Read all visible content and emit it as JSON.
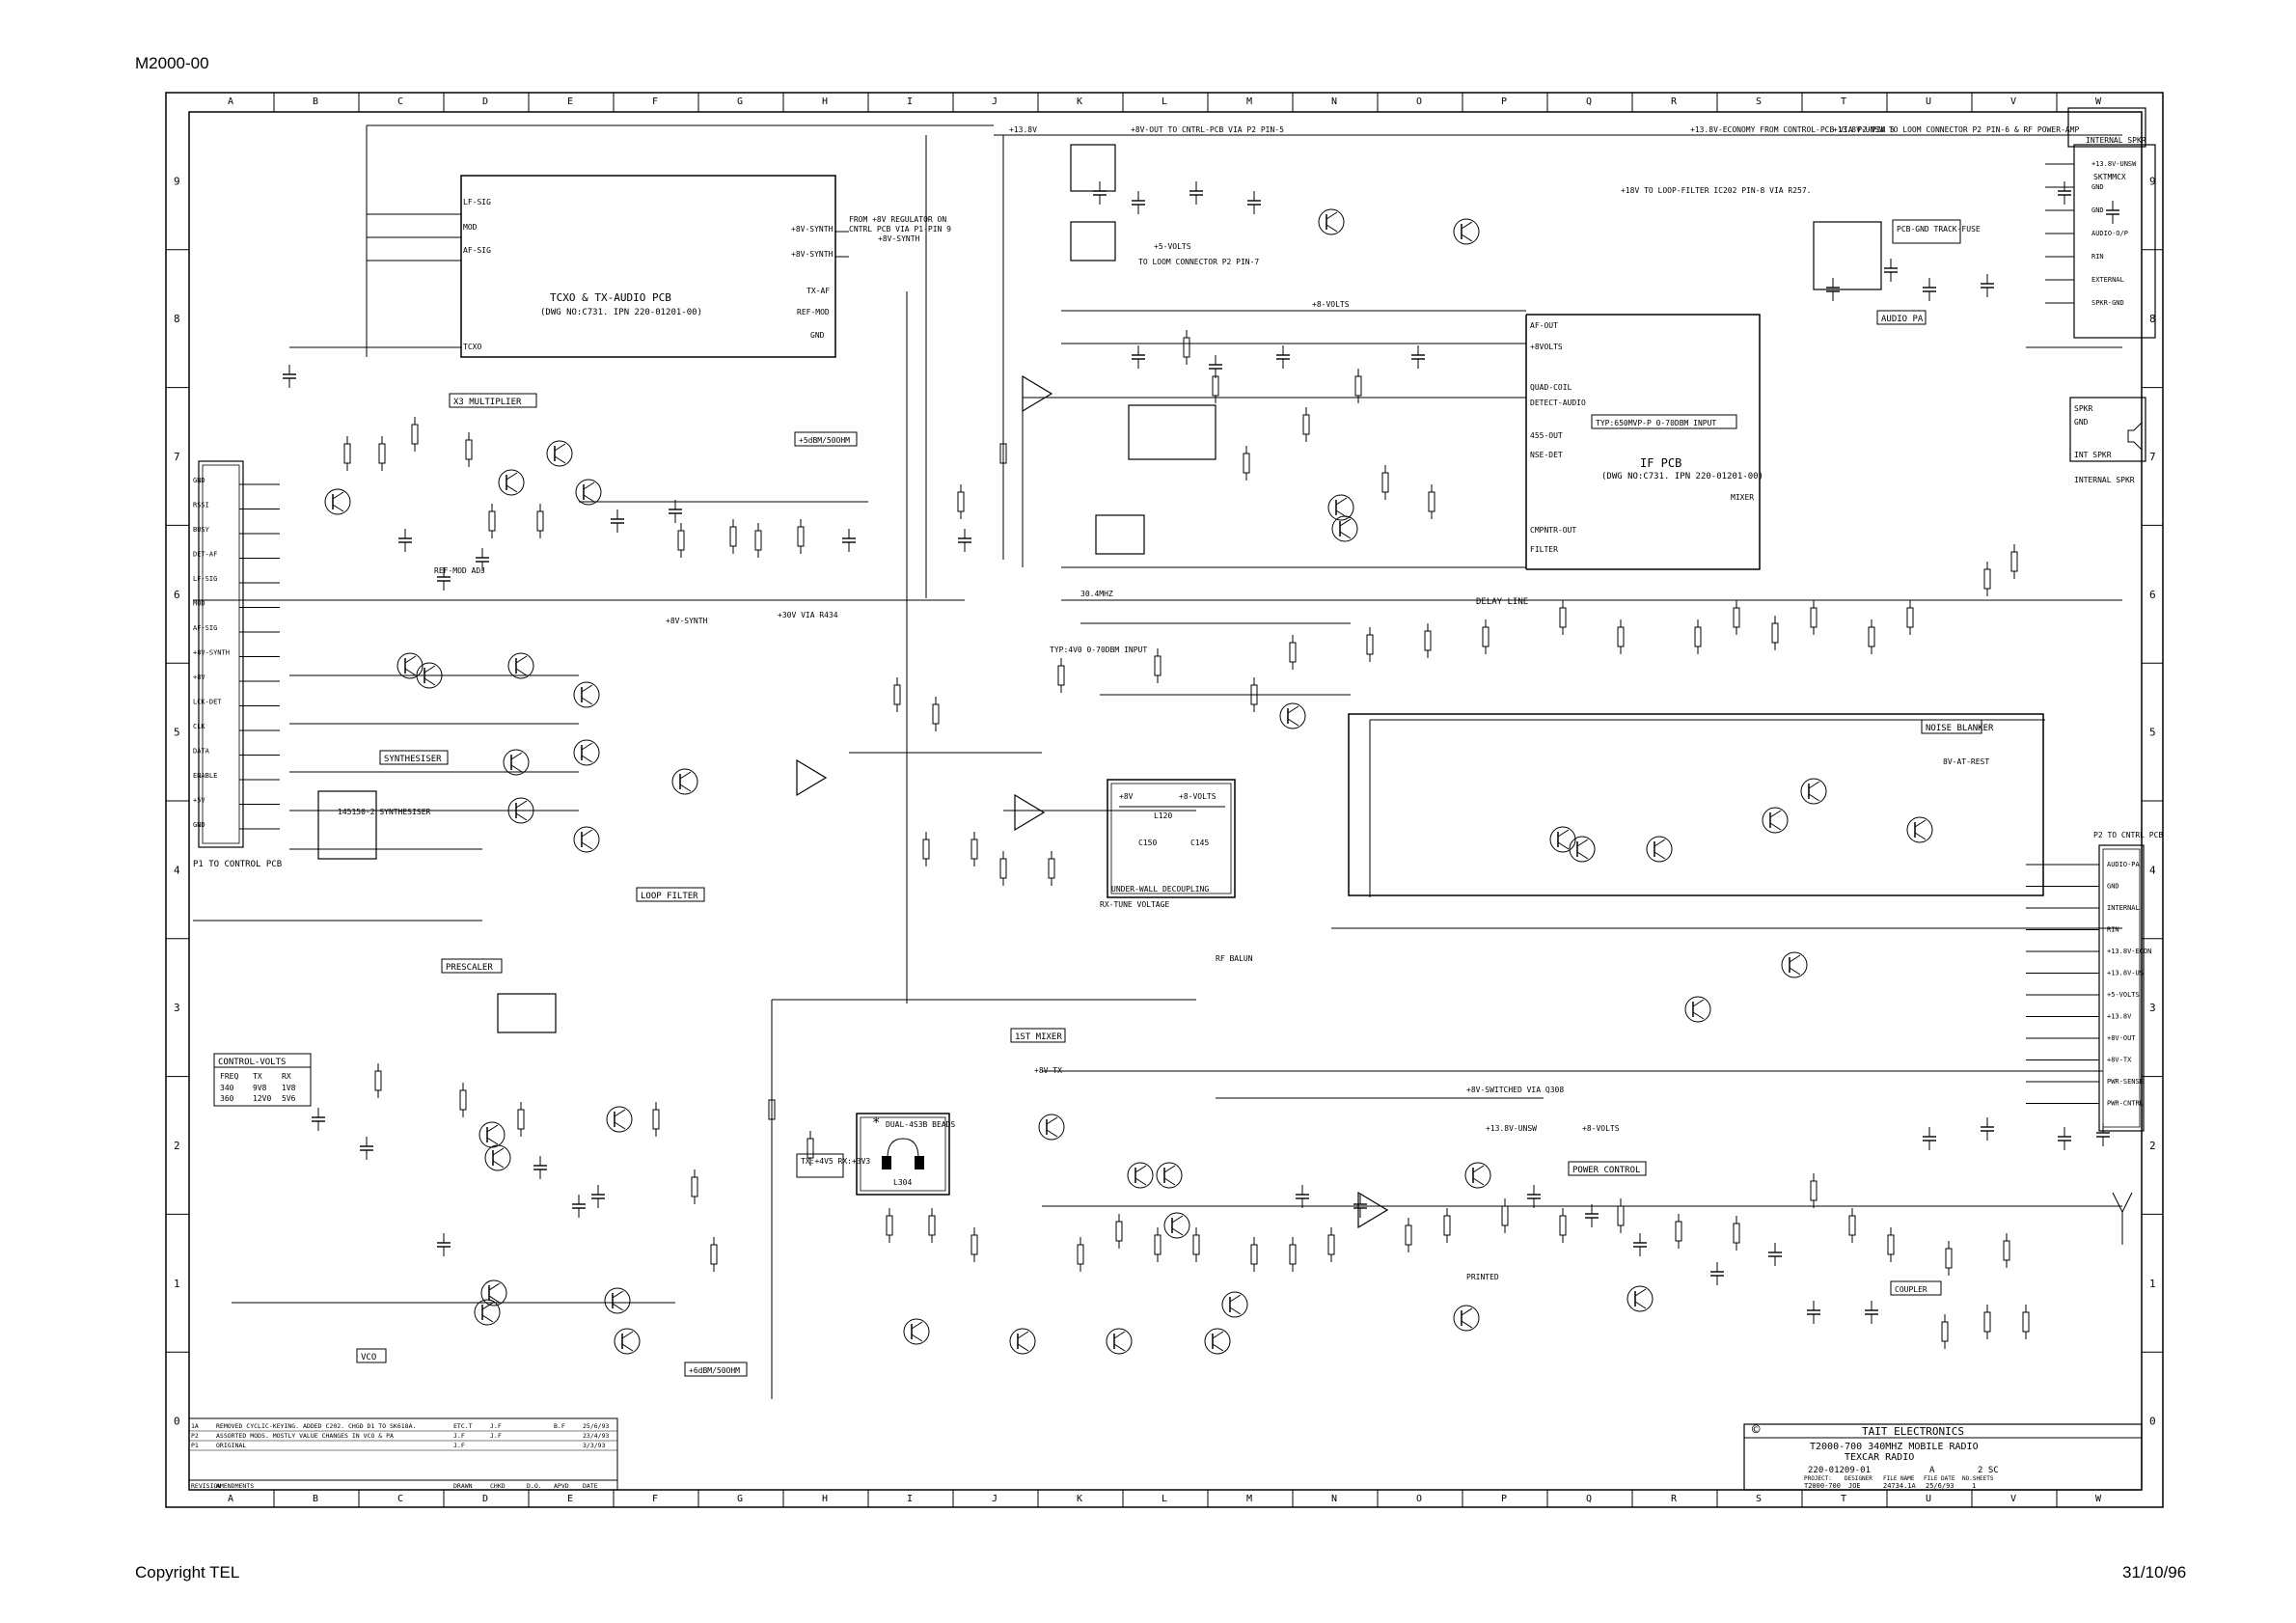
{
  "page": {
    "doc_code": "M2000-00",
    "copyright": "Copyright TEL",
    "date": "31/10/96"
  },
  "frame": {
    "columns": [
      "A",
      "B",
      "C",
      "D",
      "E",
      "F",
      "G",
      "H",
      "I",
      "J",
      "K",
      "L",
      "M",
      "N",
      "O",
      "P",
      "Q",
      "R",
      "S",
      "T",
      "U",
      "V",
      "W"
    ],
    "rows": [
      "9",
      "8",
      "7",
      "6",
      "5",
      "4",
      "3",
      "2",
      "1",
      "0"
    ]
  },
  "blocks": {
    "tcxo": {
      "title": "TCXO & TX-AUDIO PCB",
      "sub": "(DWG NO:C731. IPN 220-01201-00)",
      "pins_left": [
        "LF-SIG",
        "MOD",
        "AF-SIG",
        "TCXO"
      ],
      "pins_right": [
        "+8V-SYNTH",
        "+8V-SYNTH",
        "TX-AF",
        "REF-MOD",
        "GND"
      ],
      "note1": "FROM +8V REGULATOR ON",
      "note2": "CNTRL PCB VIA P1-PIN 9",
      "note3": "+8V-SYNTH"
    },
    "if_pcb": {
      "title": "IF PCB",
      "sub": "(DWG NO:C731. IPN 220-01201-00)",
      "pins_left": [
        "AF-OUT",
        "+8VOLTS",
        "QUAD-COIL",
        "DETECT-AUDIO",
        "455-OUT",
        "NSE-DET",
        "CMPNTR-OUT",
        "FILTER"
      ],
      "input_note": "TYP:650MVP-P 0-70DBM INPUT",
      "mixer": "MIXER"
    },
    "x3_multiplier": "X3 MULTIPLIER",
    "synthesiser": "SYNTHESISER",
    "synth_chip": "145150-2 SYNTHESISER",
    "loop_filter": "LOOP FILTER",
    "prescaler": "PRESCALER",
    "vco": "VCO",
    "first_mixer": "1ST MIXER",
    "noise_blanker": "NOISE BLANKER",
    "delay_line": "DELAY LINE",
    "power_control": "POWER CONTROL",
    "audio_pa": "AUDIO PA",
    "control_volts": {
      "title": "CONTROL-VOLTS",
      "headers": [
        "FREQ",
        "TX",
        "RX"
      ],
      "row1": [
        "340",
        "9V8",
        "1V8"
      ],
      "row2": [
        "360",
        "12V0",
        "5V6"
      ]
    },
    "decoupling": {
      "title": "UNDER-WALL DECOUPLING",
      "labels": [
        "+8V",
        "+8-VOLTS",
        "L120",
        "C150",
        "C145"
      ]
    },
    "beads": {
      "title": "DUAL-4S3B BEADS",
      "ref": "L304"
    },
    "coupler": "COUPLER",
    "printed": "PRINTED",
    "rf_balun": "RF BALUN",
    "notes": [
      "+13.8V",
      "+8V-OUT TO CNTRL-PCB VIA P2 PIN-5",
      "+5-VOLTS",
      "TO LOOM CONNECTOR P2 PIN-7",
      "+8-VOLTS",
      "+13.8V-ECONOMY FROM CONTROL-PCB VIA P2-PIN 5",
      "+13.8V-UNSW TO LOOM CONNECTOR P2 PIN-6 & RF POWER-AMP",
      "+18V TO LOOP-FILTER IC202 PIN-8 VIA R257.",
      "TYP:4V0 0-70DBM INPUT",
      "REF-MOD ADJ",
      "30.4MHZ",
      "+30V VIA R434",
      "+8V-SYNTH",
      "RX-TUNE VOLTAGE",
      "+8V-TX",
      "+8V-SWITCHED VIA Q308",
      "+13.8V-UNSW",
      "+8-VOLTS",
      "P1 TO CONTROL PCB",
      "P2 TO CNTRL PCB",
      "INTERNAL SPKR",
      "SKTMMCX",
      "+5dBM/50OHM",
      "+6dBM/50OHM",
      "TX:+4V5 RX:+3V3",
      "8V-AT-REST",
      "PCB-GND TRACK-FUSE"
    ],
    "p1_pins": [
      "GND",
      "RSSI",
      "BUSY",
      "DET-AF",
      "LF-SIG",
      "MOD",
      "AF-SIG",
      "+8V-SYNTH",
      "+8V",
      "LCK-DET",
      "CLK",
      "DATA",
      "ENABLE",
      "+5V",
      "GND"
    ],
    "p2_pins": [
      "AUDIO-PA",
      "GND",
      "INTERNAL",
      "RIN",
      "+13.8V-ECON",
      "+13.8V-US",
      "+5-VOLTS",
      "+13.8V",
      "+8V-OUT",
      "+8V-TX",
      "PWR-SENSE",
      "PWR-CNTRL"
    ],
    "pl201_pins": [
      "SPKR",
      "GND",
      "INT SPKR"
    ],
    "speaker_jack": [
      "+13.8V-UNSW",
      "GND",
      "GND",
      "AUDIO-O/P",
      "RIN",
      "EXTERNAL",
      "SPKR-GND"
    ]
  },
  "title_block": {
    "company": "TAIT ELECTRONICS",
    "line1": "T2000-700 340MHZ MOBILE RADIO",
    "line2": "TEXCAR RADIO",
    "dwg_no": "220-01209-01",
    "size": "A",
    "sheet": "2 SC",
    "project": "T2000-700",
    "designer": "JOE",
    "file_name": "24734.1A",
    "file_date": "25/6/93",
    "no_sheets": "1",
    "labels": [
      "PROJECT:",
      "DESIGNER",
      "FILE NAME",
      "FILE DATE",
      "NO.SHEETS"
    ]
  },
  "revisions": {
    "headers": [
      "REVISION",
      "AMENDMENTS",
      "DRAWN",
      "CHKD",
      "D.O.",
      "APVD",
      "DATE"
    ],
    "rows": [
      [
        "1A",
        "REMOVED CYCLIC-KEYING. ADDED C202. CHGD D1 TO SK618A.",
        "ETC.T",
        "J.F",
        "",
        "B.F",
        "25/6/93"
      ],
      [
        "P2",
        "ASSORTED MODS. MOSTLY VALUE CHANGES IN VCO & PA",
        "J.F",
        "J.F",
        "",
        "",
        "23/4/93"
      ],
      [
        "P1",
        "ORIGINAL",
        "J.F",
        "",
        "",
        "",
        "3/3/93"
      ]
    ]
  }
}
